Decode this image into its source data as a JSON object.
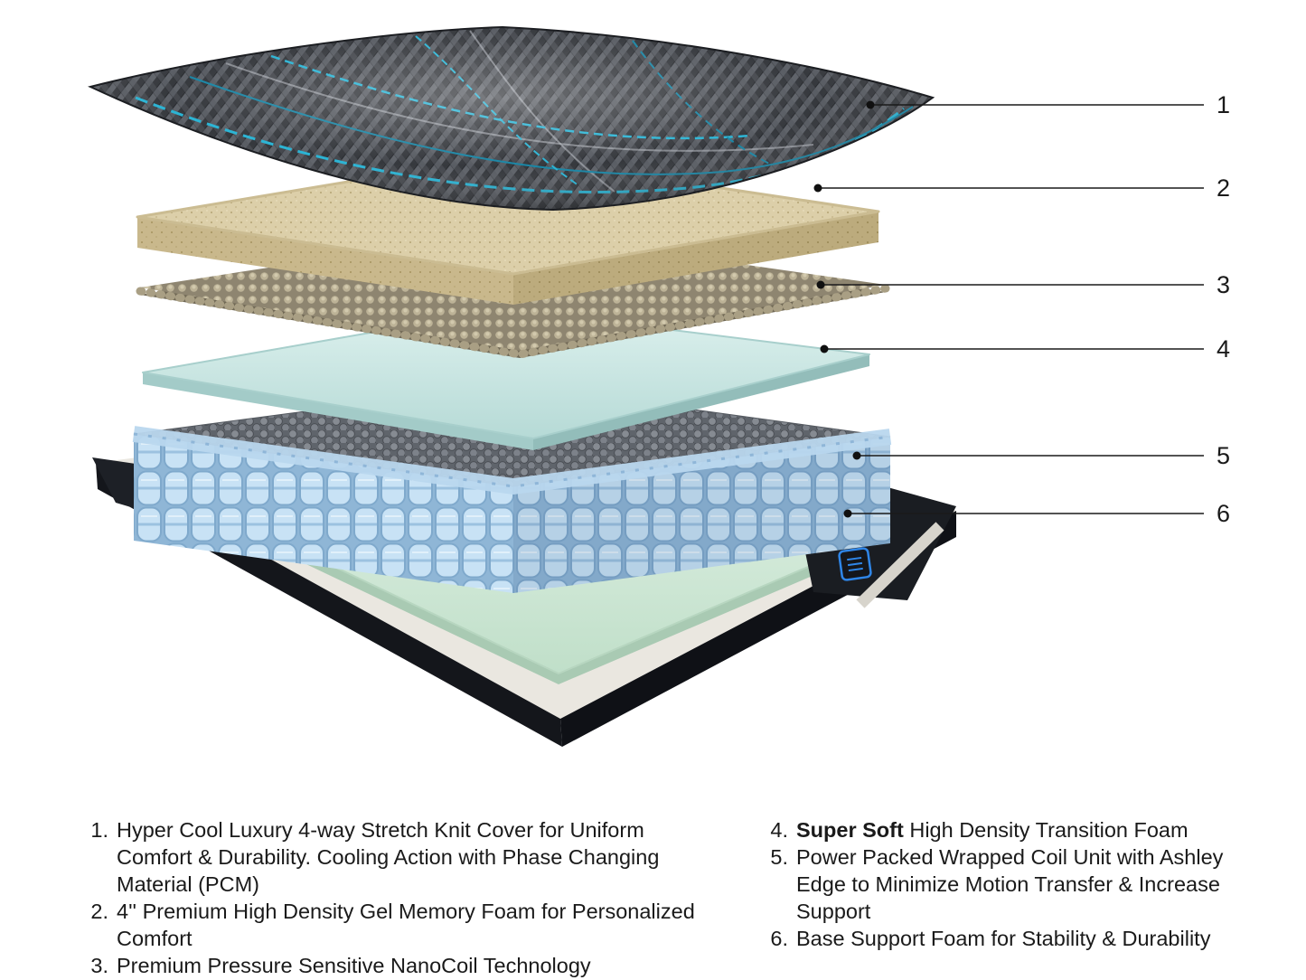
{
  "diagram": {
    "callouts": [
      {
        "number": "1"
      },
      {
        "number": "2"
      },
      {
        "number": "3"
      },
      {
        "number": "4"
      },
      {
        "number": "5"
      },
      {
        "number": "6"
      }
    ],
    "layers": [
      {
        "id": "1",
        "name": "stretch-knit-cover"
      },
      {
        "id": "2",
        "name": "gel-memory-foam"
      },
      {
        "id": "3",
        "name": "nanocoil-layer"
      },
      {
        "id": "4",
        "name": "transition-foam"
      },
      {
        "id": "5",
        "name": "wrapped-coil-unit"
      },
      {
        "id": "6",
        "name": "base-support-foam"
      }
    ]
  },
  "legend": {
    "left": [
      {
        "num": "1.",
        "text": "Hyper Cool Luxury 4-way Stretch Knit Cover for Uniform Comfort & Durability. Cooling Action with Phase Changing Material (PCM)"
      },
      {
        "num": "2.",
        "text": "4'' Premium High Density Gel Memory Foam for Personalized Comfort"
      },
      {
        "num": "3.",
        "text": "Premium Pressure Sensitive NanoCoil Technology"
      }
    ],
    "right": [
      {
        "num": "4.",
        "bold": "Super Soft",
        "text": " High Density Transition Foam"
      },
      {
        "num": "5.",
        "bold": "",
        "text": "Power Packed Wrapped Coil Unit with Ashley Edge to Minimize Motion Transfer & Increase Support"
      },
      {
        "num": "6.",
        "bold": "",
        "text": "Base Support Foam for Stability & Durability"
      }
    ]
  },
  "colors": {
    "text": "#1a1a1a",
    "accent_teal": "#1fb0d2",
    "cover_dark": "#33363c",
    "memory_foam_tan": "#dccfa9",
    "nanocoil_tan": "#bdb397",
    "transition_foam_blue": "#cfe8e5",
    "coil_blue": "#c8e2f5",
    "base_foam_green": "#d9ecdf",
    "base_dark": "#14161b",
    "logo_blue": "#2f86e8"
  }
}
